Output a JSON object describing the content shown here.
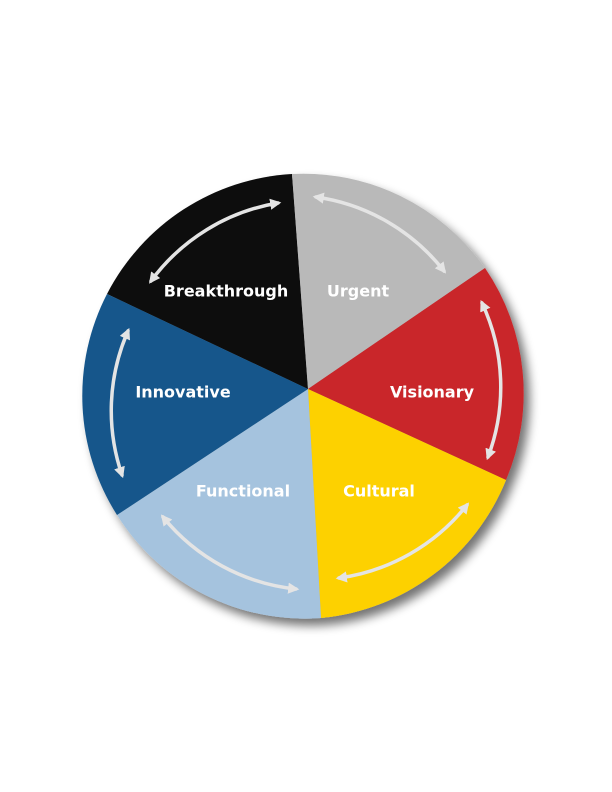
{
  "diagram": {
    "segments": [
      {
        "id": "breakthrough",
        "label": "Breakthrough",
        "color": "#0a0a0a"
      },
      {
        "id": "urgent",
        "label": "Urgent",
        "color": "#b9b9b9"
      },
      {
        "id": "visionary",
        "label": "Visionary",
        "color": "#c9262a"
      },
      {
        "id": "cultural",
        "label": "Cultural",
        "color": "#fdd100"
      },
      {
        "id": "functional",
        "label": "Functional",
        "color": "#a5c3de"
      },
      {
        "id": "innovative",
        "label": "Innovative",
        "color": "#17578b"
      }
    ],
    "arrow_color": "#e4e4e4"
  }
}
